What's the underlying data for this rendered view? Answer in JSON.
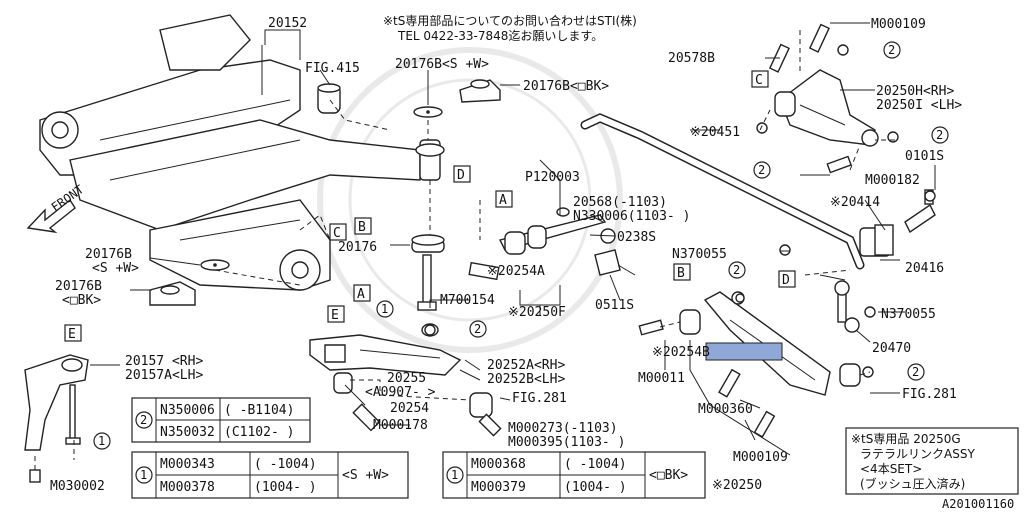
{
  "notice": {
    "line1": "※tS専用部品についてのお問い合わせはSTI(株)",
    "line2": "TEL 0422-33-7848迄お願いします。"
  },
  "front_label": "FRONT",
  "footer_code": "A201001160",
  "callout_refs": {
    "A": "A",
    "B": "B",
    "C": "C",
    "D": "D",
    "E": "E",
    "one": "1",
    "two": "2"
  },
  "parts": {
    "p20152": "20152",
    "fig415": "FIG.415",
    "p20176B_sw_top": "20176B<S +W>",
    "p20176B_bk_top": "20176B<□BK>",
    "p20176": "20176",
    "p20176B_left": "20176B",
    "p20176B_left_sw": "<S +W>",
    "p20176B_left_bk": "<□BK>",
    "m700154": "M700154",
    "p20157": "20157 <RH>",
    "p20157A": "20157A<LH>",
    "m030002": "M030002",
    "p120003": "P120003",
    "p20568": "20568(-1103)",
    "n330006": "N330006(1103- )",
    "p0238s": "0238S",
    "p20254A": "※20254A",
    "p20250F": "※20250F",
    "p0511s": "0511S",
    "p20255": "20255",
    "a0907": "<A0907- >",
    "p20252A": "20252A<RH>",
    "p20252B": "20252B<LH>",
    "p20254": "20254",
    "fig281a": "FIG.281",
    "m000178": "M000178",
    "m000273": "M000273(-1103)",
    "m000395": "M000395(1103- )",
    "m000109_top": "M000109",
    "p20578B": "20578B",
    "p20250H": "20250H<RH>",
    "p20250I": "20250I <LH>",
    "p0101s": "0101S",
    "m000182": "M000182",
    "p20451": "※20451",
    "p20414": "※20414",
    "n370055_a": "N370055",
    "p20416": "20416",
    "n370055_b": "N370055",
    "p20470": "20470",
    "p20254B": "※20254B",
    "m000011": "M00011",
    "m000360": "M000360",
    "m000109_bot": "M000109",
    "p20250": "※20250",
    "fig281b": "FIG.281"
  },
  "table_washer": {
    "ref": "2",
    "rows": [
      {
        "part": "N350006",
        "range": "( -B1104)"
      },
      {
        "part": "N350032",
        "range": "(C1102- )"
      }
    ]
  },
  "table_bolt_sw": {
    "ref": "1",
    "rows": [
      {
        "part": "M000343",
        "range": "( -1004)"
      },
      {
        "part": "M000378",
        "range": "(1004- )"
      }
    ],
    "variant": "<S +W>"
  },
  "table_bolt_bk": {
    "ref": "1",
    "rows": [
      {
        "part": "M000368",
        "range": "( -1004)"
      },
      {
        "part": "M000379",
        "range": "(1004- )"
      }
    ],
    "variant": "<□BK>"
  },
  "ts_note": {
    "line1": "※tS専用品 20250G",
    "line2": "ラテラルリンクASSY",
    "line3": "<4本SET>",
    "line4": "(ブッシュ圧入済み)"
  },
  "colors": {
    "highlight": "#8fa8d8",
    "ink": "#222222"
  }
}
